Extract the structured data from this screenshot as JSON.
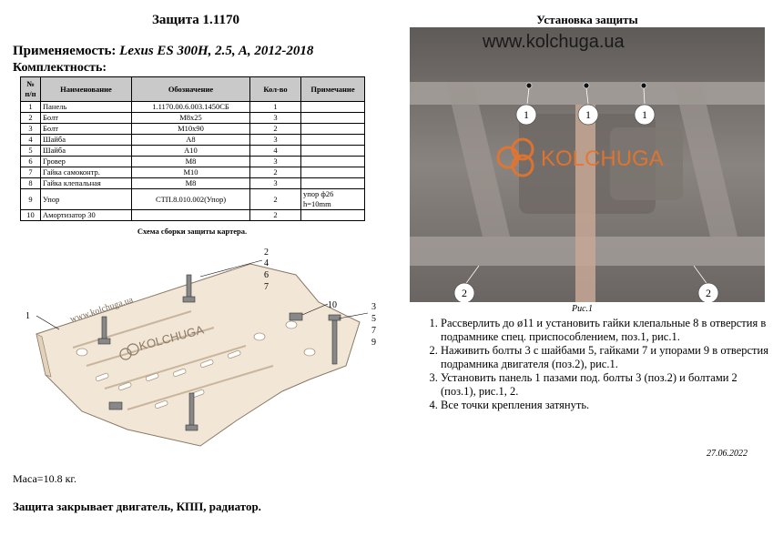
{
  "header": {
    "title": "Защита 1.1170"
  },
  "applicability": {
    "label": "Применяемость:",
    "model": "Lexus ES 300H, 2.5, A, 2012-2018"
  },
  "kit": {
    "label": "Комплектность:"
  },
  "parts_table": {
    "headers": [
      "№ п/п",
      "Наименование",
      "Обозначение",
      "Кол-во",
      "Примечание"
    ],
    "rows": [
      {
        "num": "1",
        "name": "Панель",
        "code": "1.1170.00.6.003.1450СБ",
        "qty": "1",
        "note": ""
      },
      {
        "num": "2",
        "name": "Болт",
        "code": "М8х25",
        "qty": "3",
        "note": ""
      },
      {
        "num": "3",
        "name": "Болт",
        "code": "М10х90",
        "qty": "2",
        "note": ""
      },
      {
        "num": "4",
        "name": "Шайба",
        "code": "А8",
        "qty": "3",
        "note": ""
      },
      {
        "num": "5",
        "name": "Шайба",
        "code": "А10",
        "qty": "4",
        "note": ""
      },
      {
        "num": "6",
        "name": "Гровер",
        "code": "М8",
        "qty": "3",
        "note": ""
      },
      {
        "num": "7",
        "name": "Гайка самоконтр.",
        "code": "М10",
        "qty": "2",
        "note": ""
      },
      {
        "num": "8",
        "name": "Гайка клепальная",
        "code": "М8",
        "qty": "3",
        "note": ""
      },
      {
        "num": "9",
        "name": "Упор",
        "code": "СТП.8.010.002(Упор)",
        "qty": "2",
        "note": "упор ф26 h=10mm"
      },
      {
        "num": "10",
        "name": "Амортизатор 30",
        "code": "",
        "qty": "2",
        "note": ""
      }
    ],
    "caption": "Схема сборки защиты картера."
  },
  "assembly_labels": {
    "left": "1",
    "top_stack": [
      "2",
      "4",
      "6",
      "7"
    ],
    "mid": "10",
    "right_stack": [
      "3",
      "5",
      "7",
      "9"
    ],
    "panel_site": "www.kolchuga.ua",
    "panel_brand": "KOLCHUGA"
  },
  "installation": {
    "title": "Установка защиты",
    "photo_watermark": "www.kolchuga.ua",
    "photo_brand": "KOLCHUGA",
    "callouts": [
      "1",
      "1",
      "1",
      "2",
      "2"
    ],
    "figure_caption": "Рис.1",
    "steps": [
      "Рассверлить до ø11 и установить гайки клепальные 8 в отверстия в подрамнике спец. приспособлением, поз.1, рис.1.",
      "Наживить болты 3 с шайбами 5, гайками 7 и упорами 9 в отверстия подрамника двигателя (поз.2), рис.1.",
      "Установить панель 1 пазами под. болты 3 (поз.2) и болтами 2 (поз.1), рис.1, 2.",
      "Все точки крепления затянуть."
    ]
  },
  "footer": {
    "date": "27.06.2022",
    "mass": "Маса=10.8 кг.",
    "summary": "Защита закрывает двигатель, КПП, радиатор."
  },
  "colors": {
    "photo_bg": "#7a7470",
    "brand_orange": "#e8742a",
    "panel_fill": "#f2e6d6"
  }
}
